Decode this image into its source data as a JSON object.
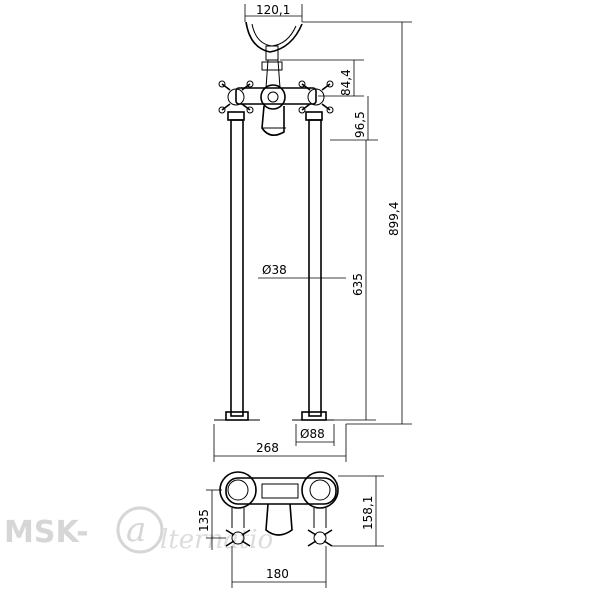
{
  "dimensions": {
    "top_width": "120,1",
    "handle_rise": "84,4",
    "spout_drop": "96,5",
    "total_height": "899,4",
    "pipe_diameter": "Ø38",
    "pipe_height": "635",
    "base_spacing": "268",
    "base_diameter": "Ø88",
    "plan_height": "135",
    "plan_depth": "158,1",
    "plan_spacing": "180"
  },
  "watermark": {
    "brand": "MSK-",
    "script": "lternatio"
  },
  "colors": {
    "line": "#000000",
    "watermark": "#d6d6d6"
  },
  "icons": {
    "watermark_symbol": "at-sign-icon"
  }
}
